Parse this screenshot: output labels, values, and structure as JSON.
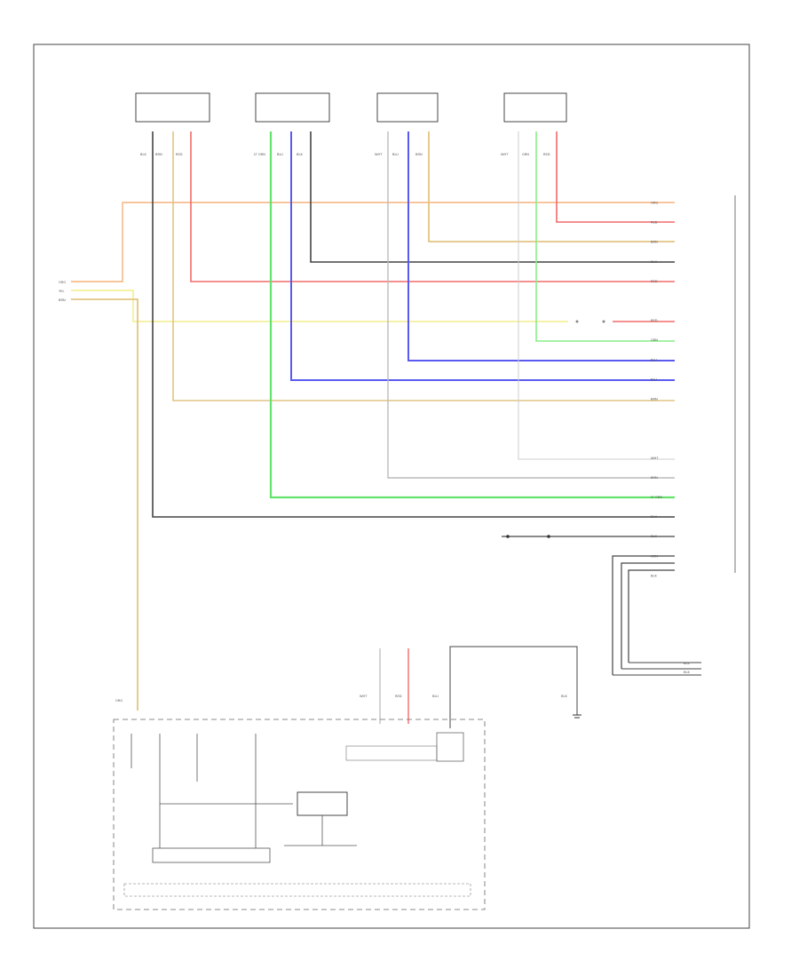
{
  "diagram": {
    "footer_code": "",
    "module_sensors": [
      "",
      "",
      "",
      ""
    ],
    "sensor_pins": [
      [
        ""
      ],
      [
        ""
      ],
      [
        ""
      ],
      [
        ""
      ]
    ],
    "sensor_wire_labels": [
      [
        "BLK",
        "BRN",
        "RED"
      ],
      [
        "LT GRN",
        "BLU",
        "BLK"
      ],
      [
        "WHT",
        "BLU",
        "BRN"
      ],
      [
        "WHT",
        "GRN",
        "RED"
      ]
    ],
    "left_wire_labels": [
      "ORG",
      "YEL",
      "BRN"
    ],
    "right_connector_rows": [
      {
        "wire": "ORG",
        "pin": ""
      },
      {
        "wire": "RED",
        "pin": ""
      },
      {
        "wire": "BRN",
        "pin": ""
      },
      {
        "wire": "BLK",
        "pin": ""
      },
      {
        "wire": "RED",
        "pin": ""
      },
      {
        "wire": "",
        "pin": ""
      },
      {
        "wire": "RED",
        "pin": ""
      },
      {
        "wire": "GRN",
        "pin": ""
      },
      {
        "wire": "BLU",
        "pin": ""
      },
      {
        "wire": "BLU",
        "pin": ""
      },
      {
        "wire": "BRN",
        "pin": ""
      },
      {
        "wire": "",
        "pin": ""
      },
      {
        "wire": "",
        "pin": ""
      },
      {
        "wire": "WHT",
        "pin": ""
      },
      {
        "wire": "BRN",
        "pin": ""
      },
      {
        "wire": "LT GRN",
        "pin": ""
      },
      {
        "wire": "BLK",
        "pin": ""
      },
      {
        "wire": "BLK",
        "pin": ""
      },
      {
        "wire": "GRN",
        "pin": ""
      },
      {
        "wire": "BLK",
        "pin": ""
      }
    ],
    "right_module_label": "",
    "bottom_right_labels": [
      "BLK",
      "BLK"
    ],
    "bottom_right_caption": "",
    "middle_caption_lines": [
      "",
      "",
      "",
      ""
    ],
    "middle_splice": "",
    "mid_block_title": "",
    "mid_wire_labels": [
      "WHT",
      "RED",
      "BLU",
      "BLK"
    ],
    "mid_pins": [
      ""
    ],
    "mid_box_caption": "",
    "ground_caption": "",
    "engine_module_caption": "",
    "engine_bus_caption": "",
    "engine_inner_labels": [
      "",
      "",
      "",
      "",
      ""
    ],
    "lower_left_wire": "ORG",
    "colors": {
      "orange": "#f5b27a",
      "yellow": "#f2ee8c",
      "tan": "#e2c483",
      "black": "#444444",
      "red": "#f26b6b",
      "green": "#63e36b",
      "blue": "#5a5af0",
      "gray": "#bbbbbb",
      "ltgreen": "#88ee88"
    }
  }
}
